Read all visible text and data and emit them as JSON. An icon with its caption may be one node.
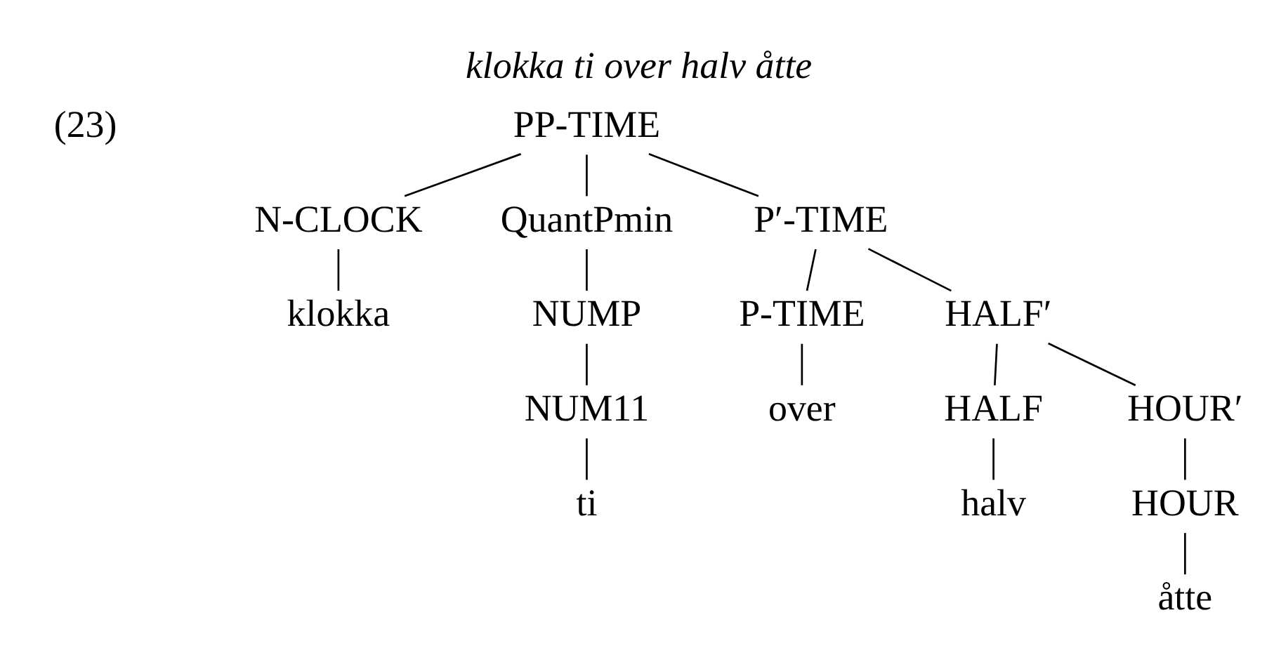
{
  "diagram": {
    "title": "klokka ti over halv åtte",
    "nodes": [
      {
        "text": [
          "PP-TIME"
        ]
      },
      {
        "text": [
          "N-CLOCK"
        ]
      },
      {
        "text": [
          "klokka"
        ]
      },
      {
        "text": [
          "QuantPmin"
        ]
      },
      {
        "text": [
          "NUMP"
        ]
      },
      {
        "text": [
          "NUM11"
        ]
      },
      {
        "text": [
          "ti"
        ]
      },
      {
        "text": [
          "P′-TIME"
        ]
      },
      {
        "text": [
          "P-TIME"
        ]
      },
      {
        "text": [
          "over"
        ]
      },
      {
        "text": [
          "HALF′"
        ]
      },
      {
        "text": [
          "HALF"
        ]
      },
      {
        "text": [
          "halv"
        ]
      },
      {
        "text": [
          "HOUR′"
        ]
      },
      {
        "text": [
          "HOUR"
        ]
      },
      {
        "text": [
          "åtte"
        ]
      }
    ],
    "edges": [
      {
        "from": 0,
        "to": 1,
        "arrow": "none"
      },
      {
        "from": 1,
        "to": 2,
        "arrow": "none"
      },
      {
        "from": 0,
        "to": 3,
        "arrow": "none"
      },
      {
        "from": 3,
        "to": 4,
        "arrow": "none"
      },
      {
        "from": 4,
        "to": 5,
        "arrow": "none"
      },
      {
        "from": 5,
        "to": 6,
        "arrow": "none"
      },
      {
        "from": 0,
        "to": 7,
        "arrow": "none"
      },
      {
        "from": 7,
        "to": 8,
        "arrow": "none"
      },
      {
        "from": 8,
        "to": 9,
        "arrow": "none"
      },
      {
        "from": 7,
        "to": 10,
        "arrow": "none"
      },
      {
        "from": 10,
        "to": 11,
        "arrow": "none"
      },
      {
        "from": 11,
        "to": 12,
        "arrow": "none"
      },
      {
        "from": 10,
        "to": 13,
        "arrow": "none"
      },
      {
        "from": 13,
        "to": 14,
        "arrow": "none"
      },
      {
        "from": 14,
        "to": 15,
        "arrow": "none"
      }
    ],
    "labels": [
      "(23)"
    ]
  }
}
